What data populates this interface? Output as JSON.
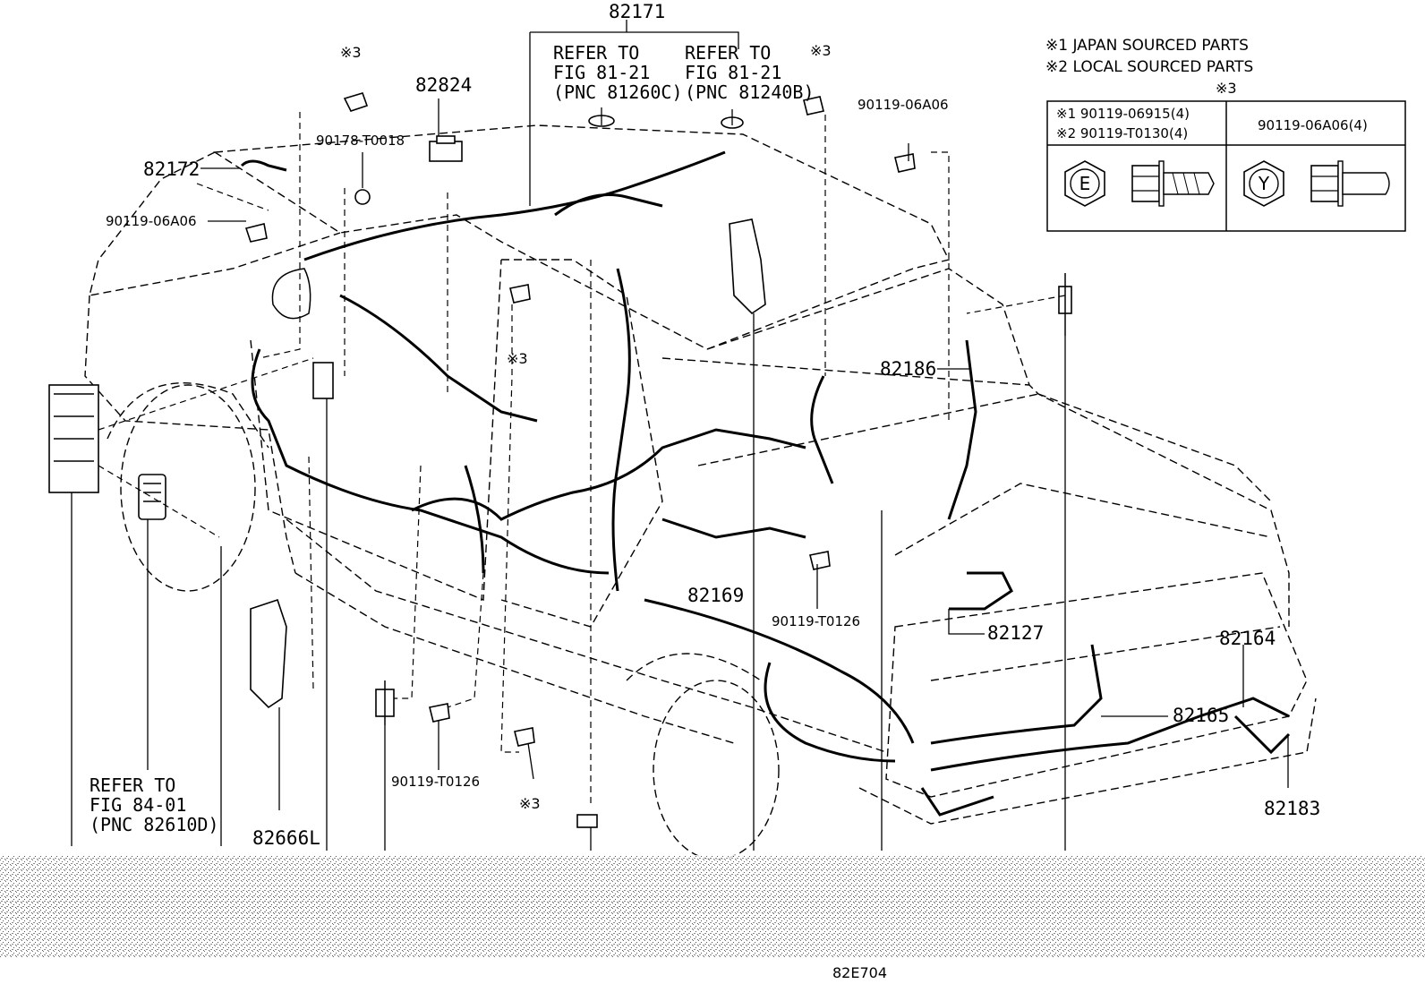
{
  "figure_code": "82E704",
  "legend": {
    "note1": "※1 JAPAN SOURCED PARTS",
    "note2": "※2 LOCAL SOURCED PARTS",
    "note3_header": "※3",
    "cell_left_line1": "※1  90119-06915(4)",
    "cell_left_line2": "※2  90119-T0130(4)",
    "cell_right": "90119-06A06(4)",
    "bolt_left_mark": "E",
    "bolt_right_mark": "Y"
  },
  "callouts": {
    "p82171": "82171",
    "refer_a_1": "REFER TO",
    "refer_a_2": "FIG 81-21",
    "refer_a_3": "(PNC 81260C)",
    "refer_b_1": "REFER TO",
    "refer_b_2": "FIG 81-21",
    "refer_b_3": "(PNC 81240B)",
    "p82824": "82824",
    "mark3_top1": "※3",
    "mark3_top2": "※3",
    "p90178": "90178-T0018",
    "p90119_06A06_top": "90119-06A06",
    "p82172": "82172",
    "p90119_06A06_left": "90119-06A06",
    "mark3_mid": "※3",
    "p82186": "82186",
    "p82169": "82169",
    "p90119_T0126_a": "90119-T0126",
    "p82127": "82127",
    "p82164": "82164",
    "p82165": "82165",
    "p82183": "82183",
    "refer_c_1": "REFER TO",
    "refer_c_2": "FIG 84-01",
    "refer_c_3": "(PNC 82610D)",
    "p82666L": "82666L",
    "p90119_T0126_b": "90119-T0126",
    "mark3_bottom": "※3"
  }
}
